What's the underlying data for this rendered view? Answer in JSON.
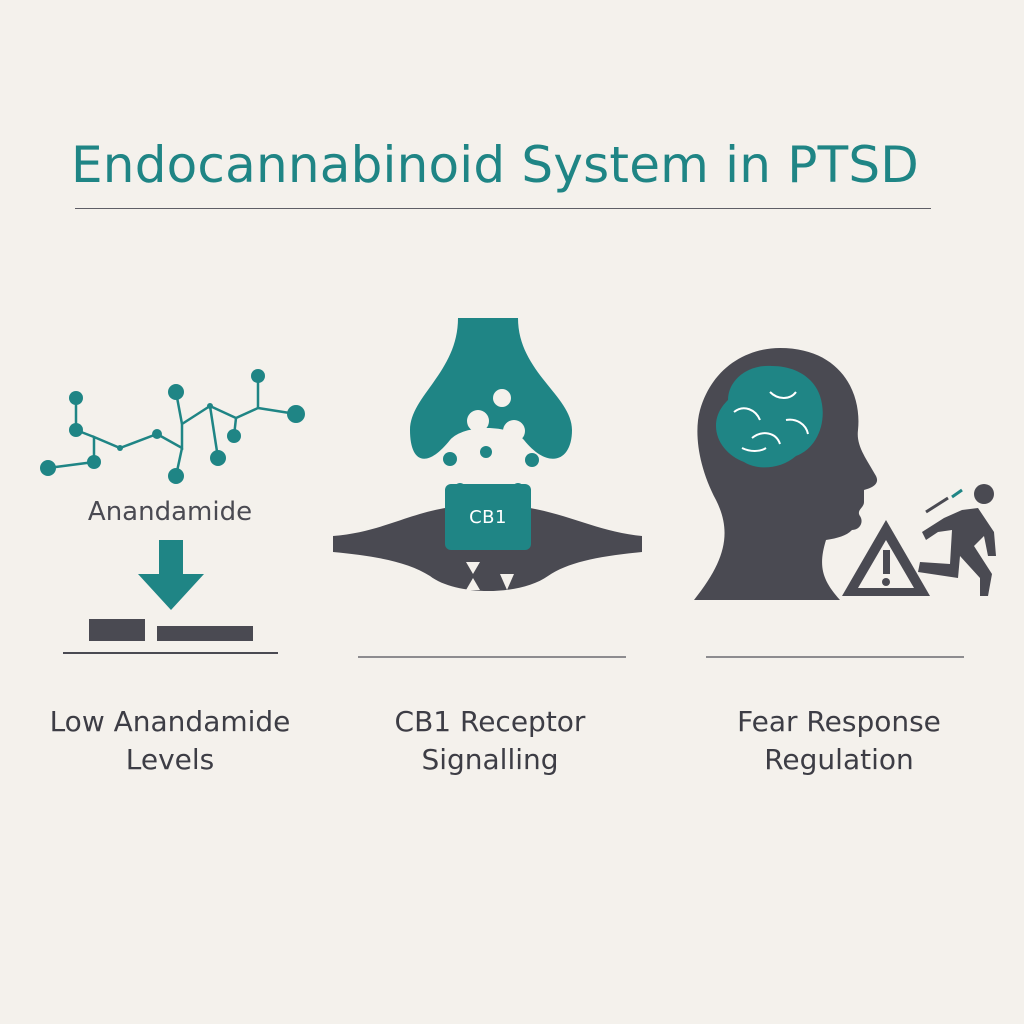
{
  "title": "Endocannabinoid System in PTSD",
  "panels": {
    "anandamide": {
      "molecule_label": "Anandamide",
      "caption": [
        "Low Anandamide",
        "Levels"
      ]
    },
    "cb1": {
      "receptor_label": "CB1",
      "caption": [
        "CB1 Receptor",
        "Signalling"
      ]
    },
    "fear": {
      "caption": [
        "Fear Response",
        "Regulation"
      ]
    }
  },
  "colors": {
    "background": "#f4f1ec",
    "teal": "#1f8585",
    "dark": "#4a4a52"
  }
}
